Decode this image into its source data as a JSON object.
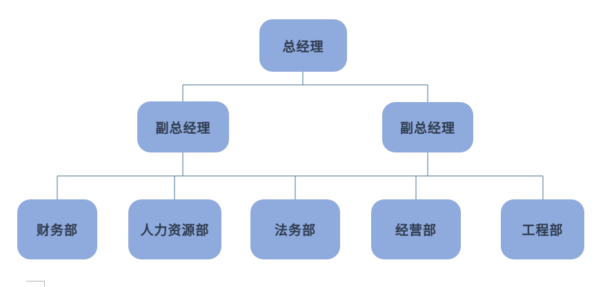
{
  "diagram": {
    "type": "org-chart",
    "colors": {
      "background": "#FFFFFF",
      "node_fill": "#8FAADC",
      "connector": "#44708F",
      "node_text": "#2E3B4E",
      "artifact_gray": "#B3B3B3"
    },
    "levels": [
      {
        "nodes": [
          {
            "label": "总经理"
          }
        ]
      },
      {
        "nodes": [
          {
            "label": "副总经理"
          },
          {
            "label": "副总经理"
          }
        ]
      },
      {
        "nodes": [
          {
            "label": "财务部"
          },
          {
            "label": "人力资源部"
          },
          {
            "label": "法务部"
          },
          {
            "label": "经营部"
          },
          {
            "label": "工程部"
          }
        ]
      }
    ]
  }
}
